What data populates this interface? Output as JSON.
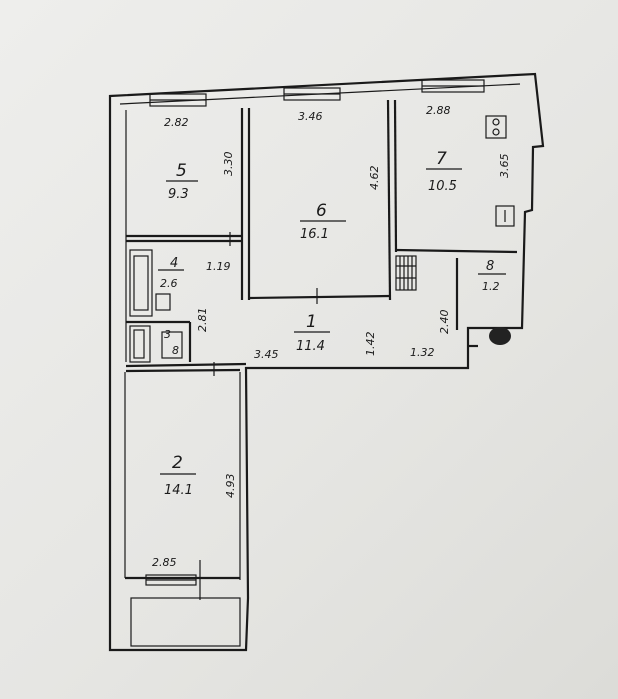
{
  "colors": {
    "paper": "#e9e9e7",
    "ink": "#1a1a1a"
  },
  "rooms": [
    {
      "id": "r5",
      "number": "5",
      "area": "9.3"
    },
    {
      "id": "r6",
      "number": "6",
      "area": "16.1"
    },
    {
      "id": "r7",
      "number": "7",
      "area": "10.5"
    },
    {
      "id": "r4",
      "number": "4",
      "area": "2.6"
    },
    {
      "id": "r8",
      "number": "8",
      "area": "1.2"
    },
    {
      "id": "r1",
      "number": "1",
      "area": "11.4"
    },
    {
      "id": "r2",
      "number": "2",
      "area": "14.1"
    }
  ],
  "small_marks": {
    "bath_a": "3",
    "bath_b": "8"
  },
  "dimensions": {
    "d282": "2.82",
    "d346": "3.46",
    "d288": "2.88",
    "d330": "3.30",
    "d462": "4.62",
    "d365": "3.65",
    "d119": "1.19",
    "d281": "2.81",
    "d142": "1.42",
    "d240": "2.40",
    "d132": "1.32",
    "d345": "3.45",
    "d493": "4.93",
    "d285": "2.85"
  }
}
